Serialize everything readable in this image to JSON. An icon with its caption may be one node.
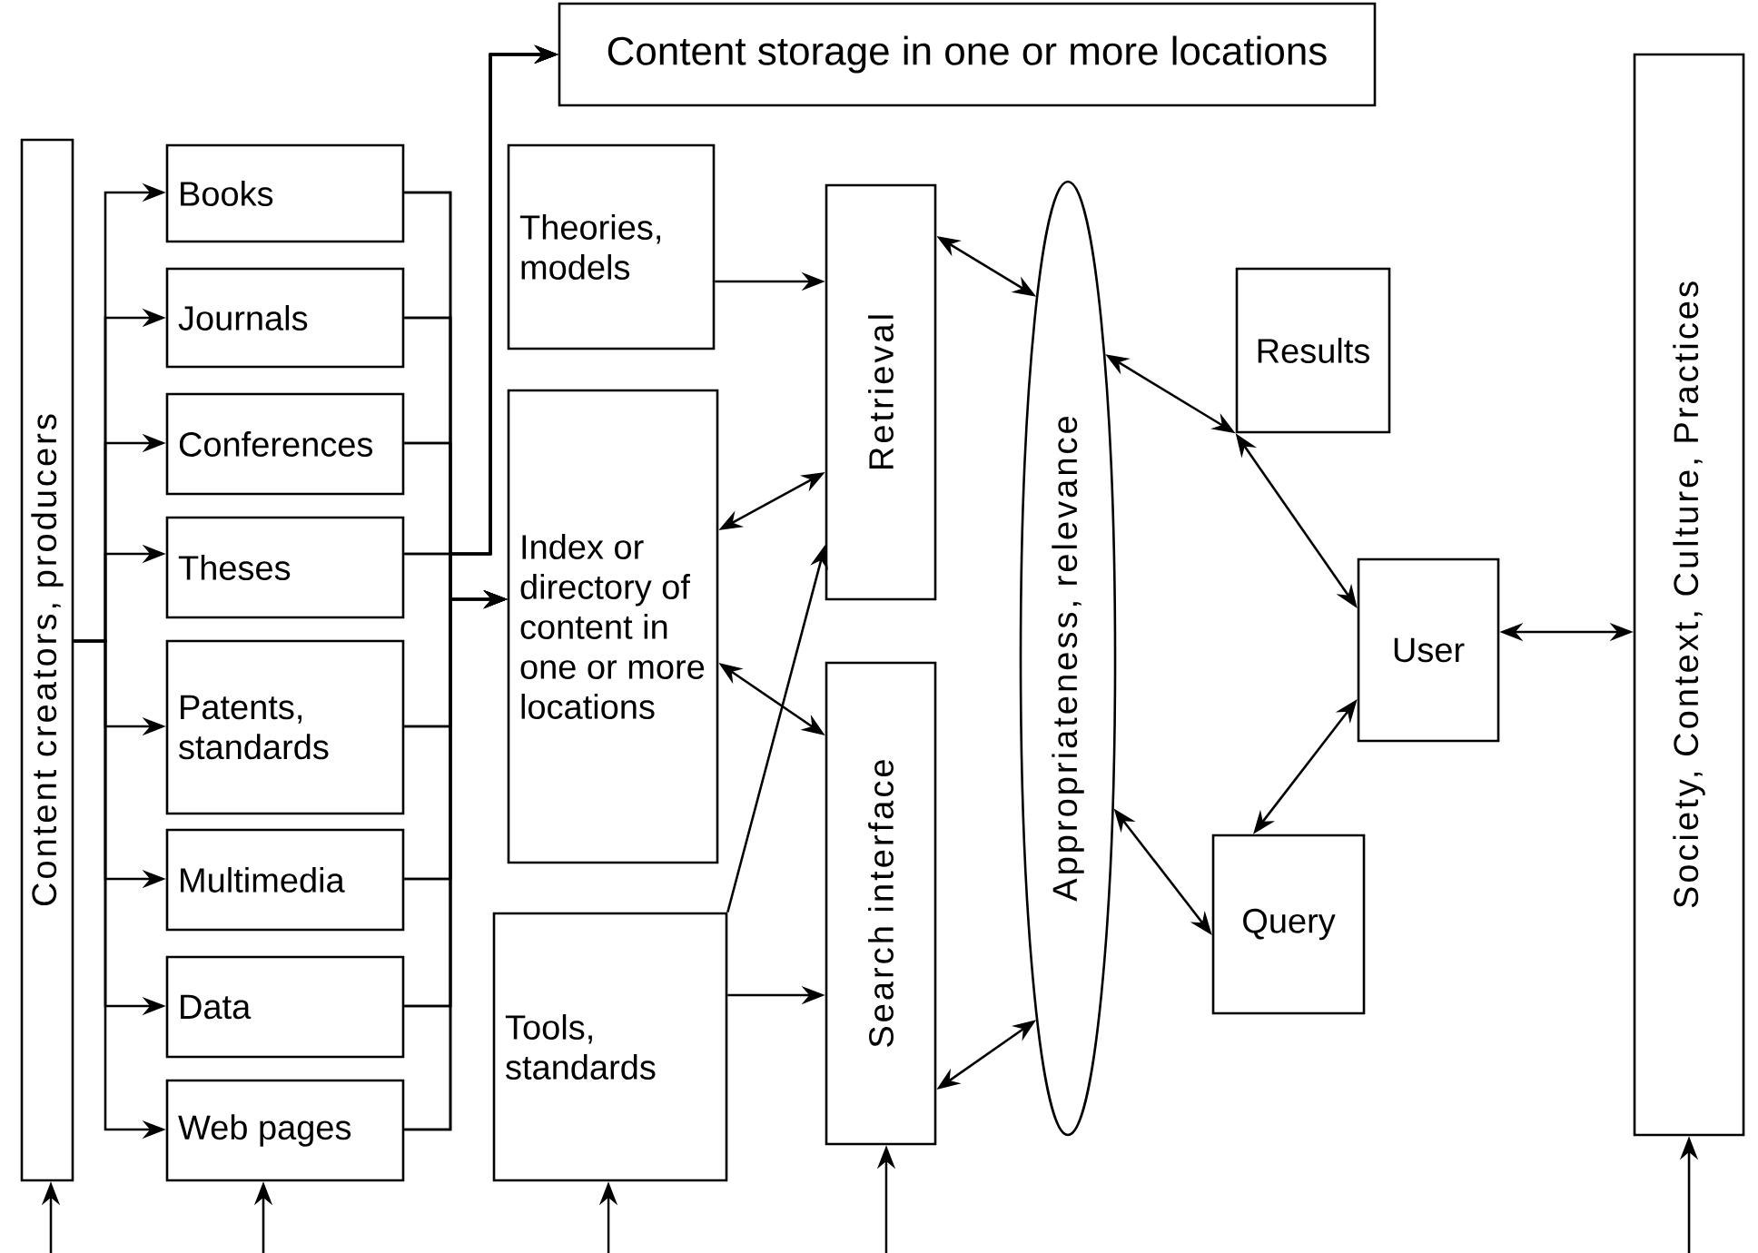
{
  "diagram": {
    "nodes": [
      {
        "text": [
          "Content creators, producers"
        ]
      },
      {
        "text": [
          "Books"
        ]
      },
      {
        "text": [
          "Journals"
        ]
      },
      {
        "text": [
          "Conferences"
        ]
      },
      {
        "text": [
          "Theses"
        ]
      },
      {
        "text": [
          "Patents, standards"
        ]
      },
      {
        "text": [
          "Multimedia"
        ]
      },
      {
        "text": [
          "Data"
        ]
      },
      {
        "text": [
          "Web pages"
        ]
      },
      {
        "text": [
          "Content storage in one or more locations"
        ]
      },
      {
        "text": [
          "Theories, models"
        ]
      },
      {
        "text": [
          "Index or directory of content in one or more locations"
        ]
      },
      {
        "text": [
          "Tools, standards"
        ]
      },
      {
        "text": [
          "Retrieval"
        ]
      },
      {
        "text": [
          "Search interface"
        ]
      },
      {
        "text": [
          "Appropriateness, relevance"
        ]
      },
      {
        "text": [
          "Results"
        ]
      },
      {
        "text": [
          "User"
        ]
      },
      {
        "text": [
          "Query"
        ]
      },
      {
        "text": [
          "Society, Context, Culture, Practices"
        ]
      }
    ],
    "edges": [
      {
        "from": 0,
        "to": 1,
        "arrow": "to"
      },
      {
        "from": 0,
        "to": 2,
        "arrow": "to"
      },
      {
        "from": 0,
        "to": 3,
        "arrow": "to"
      },
      {
        "from": 0,
        "to": 4,
        "arrow": "to"
      },
      {
        "from": 0,
        "to": 5,
        "arrow": "to"
      },
      {
        "from": 0,
        "to": 6,
        "arrow": "to"
      },
      {
        "from": 0,
        "to": 7,
        "arrow": "to"
      },
      {
        "from": 0,
        "to": 8,
        "arrow": "to"
      },
      {
        "from": 1,
        "to": 11,
        "arrow": "to"
      },
      {
        "from": 2,
        "to": 11,
        "arrow": "to"
      },
      {
        "from": 3,
        "to": 11,
        "arrow": "to"
      },
      {
        "from": 4,
        "to": 11,
        "arrow": "to"
      },
      {
        "from": 5,
        "to": 11,
        "arrow": "to"
      },
      {
        "from": 6,
        "to": 11,
        "arrow": "to"
      },
      {
        "from": 7,
        "to": 11,
        "arrow": "to"
      },
      {
        "from": 8,
        "to": 11,
        "arrow": "to"
      },
      {
        "from": 1,
        "to": 9,
        "arrow": "to"
      },
      {
        "from": 2,
        "to": 9,
        "arrow": "to"
      },
      {
        "from": 3,
        "to": 9,
        "arrow": "to"
      },
      {
        "from": 4,
        "to": 9,
        "arrow": "to"
      },
      {
        "from": 5,
        "to": 9,
        "arrow": "to"
      },
      {
        "from": 6,
        "to": 9,
        "arrow": "to"
      },
      {
        "from": 7,
        "to": 9,
        "arrow": "to"
      },
      {
        "from": 8,
        "to": 9,
        "arrow": "to"
      },
      {
        "from": 10,
        "to": 13,
        "arrow": "to"
      },
      {
        "from": 11,
        "to": 13,
        "arrow": "both"
      },
      {
        "from": 11,
        "to": 14,
        "arrow": "both"
      },
      {
        "from": 12,
        "to": 13,
        "arrow": "to"
      },
      {
        "from": 12,
        "to": 14,
        "arrow": "to"
      },
      {
        "from": 13,
        "to": 15,
        "arrow": "both"
      },
      {
        "from": 14,
        "to": 15,
        "arrow": "both"
      },
      {
        "from": 15,
        "to": 16,
        "arrow": "both"
      },
      {
        "from": 16,
        "to": 17,
        "arrow": "both"
      },
      {
        "from": 17,
        "to": 18,
        "arrow": "both"
      },
      {
        "from": 15,
        "to": 18,
        "arrow": "both"
      },
      {
        "from": 17,
        "to": 19,
        "arrow": "both"
      },
      {
        "from": null,
        "to": 0,
        "arrow": "to"
      },
      {
        "from": null,
        "to": 8,
        "arrow": "to"
      },
      {
        "from": null,
        "to": 12,
        "arrow": "to"
      },
      {
        "from": null,
        "to": 14,
        "arrow": "to"
      },
      {
        "from": null,
        "to": 19,
        "arrow": "to"
      }
    ]
  }
}
